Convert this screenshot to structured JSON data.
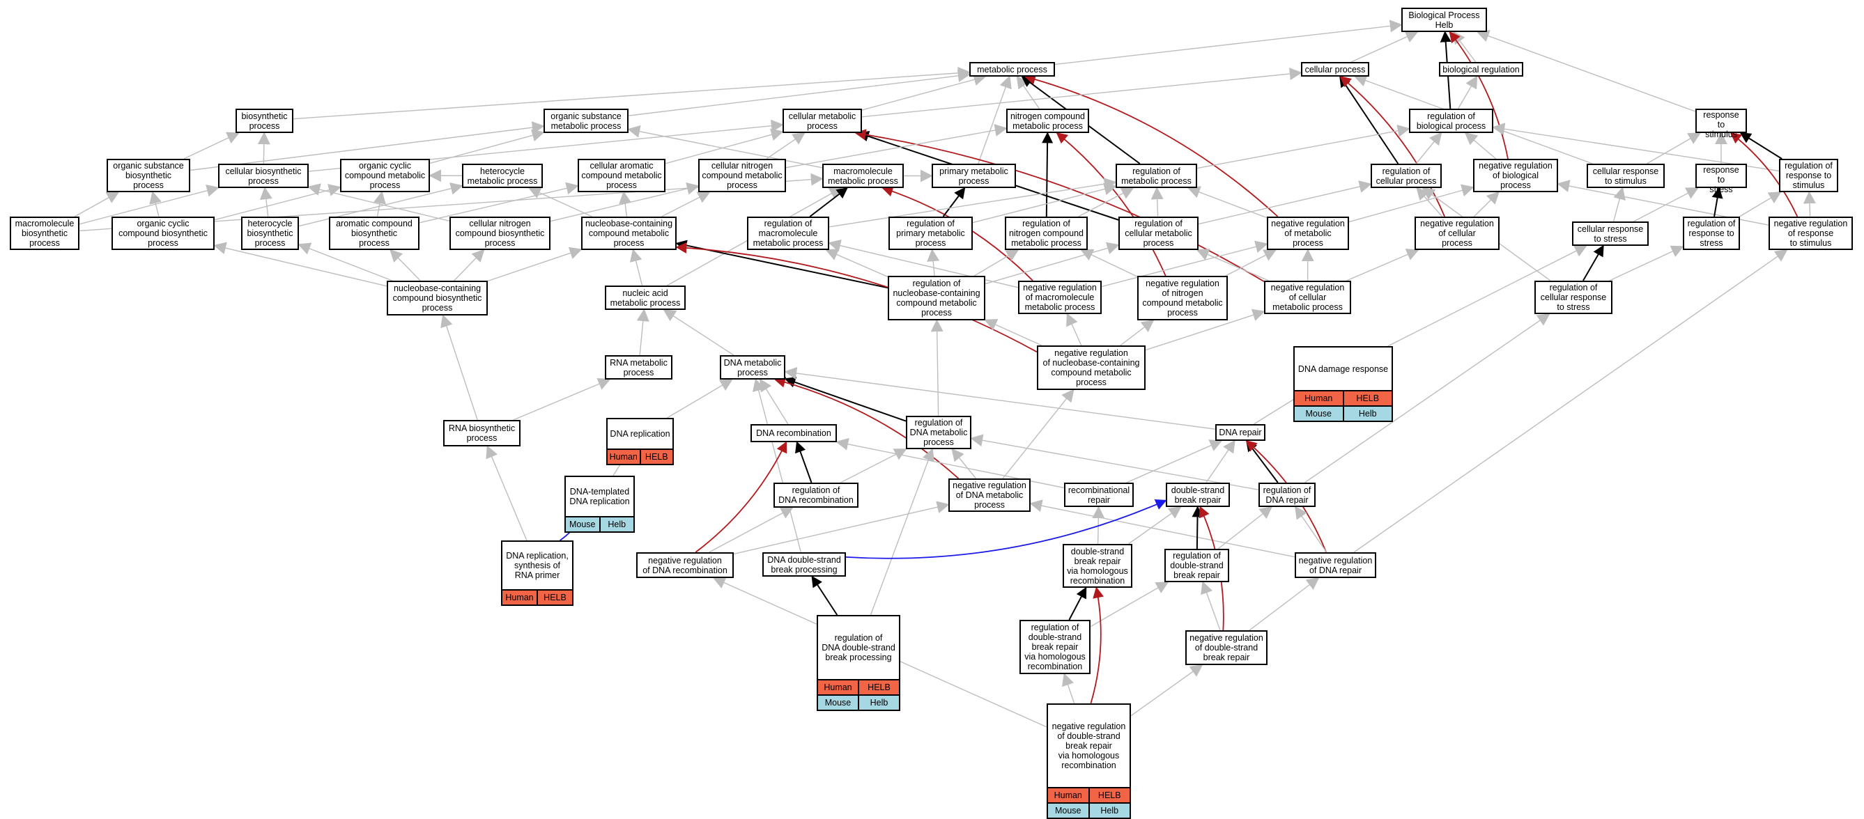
{
  "colors": {
    "node_border": "#000000",
    "human_row": "#f26446",
    "mouse_row": "#a6d8e4",
    "edge_default": "#bdbdbd",
    "edge_positive": "#000000",
    "edge_negative": "#b3191c",
    "edge_ortholog": "#1a1aeb"
  },
  "nodes": {
    "bp": {
      "label": "Biological Process\nHelb"
    },
    "metabolic": {
      "label": "metabolic process"
    },
    "cellular_process": {
      "label": "cellular process"
    },
    "bio_reg": {
      "label": "biological regulation"
    },
    "biosynthetic": {
      "label": "biosynthetic\nprocess"
    },
    "org_sub_met": {
      "label": "organic substance\nmetabolic process"
    },
    "cell_met": {
      "label": "cellular metabolic\nprocess"
    },
    "nitro_met": {
      "label": "nitrogen compound\nmetabolic process"
    },
    "reg_bio": {
      "label": "regulation of\nbiological process"
    },
    "resp_stim": {
      "label": "response to\nstimulus"
    },
    "org_sub_bio": {
      "label": "organic substance\nbiosynthetic\nprocess"
    },
    "cell_bio": {
      "label": "cellular biosynthetic\nprocess"
    },
    "org_cyc_met": {
      "label": "organic cyclic\ncompound metabolic\nprocess"
    },
    "het_met": {
      "label": "heterocycle\nmetabolic process"
    },
    "cell_aro_met": {
      "label": "cellular aromatic\ncompound metabolic\nprocess"
    },
    "cell_nitro_met": {
      "label": "cellular nitrogen\ncompound metabolic\nprocess"
    },
    "macro_met": {
      "label": "macromolecule\nmetabolic process"
    },
    "prim_met": {
      "label": "primary metabolic\nprocess"
    },
    "reg_met": {
      "label": "regulation of\nmetabolic process"
    },
    "reg_cell_proc": {
      "label": "regulation of\ncellular process"
    },
    "neg_reg_bio": {
      "label": "negative regulation\nof biological\nprocess"
    },
    "cell_resp_stim": {
      "label": "cellular response\nto stimulus"
    },
    "resp_stress": {
      "label": "response to\nstress"
    },
    "reg_resp_stim": {
      "label": "regulation of\nresponse to\nstimulus"
    },
    "macro_bio": {
      "label": "macromolecule\nbiosynthetic\nprocess"
    },
    "org_cyc_bio": {
      "label": "organic cyclic\ncompound biosynthetic\nprocess"
    },
    "het_bio": {
      "label": "heterocycle\nbiosynthetic\nprocess"
    },
    "aro_bio": {
      "label": "aromatic compound\nbiosynthetic\nprocess"
    },
    "cell_nitro_bio": {
      "label": "cellular nitrogen\ncompound biosynthetic\nprocess"
    },
    "nuc_met": {
      "label": "nucleobase-containing\ncompound metabolic\nprocess"
    },
    "reg_macro_met": {
      "label": "regulation of\nmacromolecule\nmetabolic process"
    },
    "reg_prim_met": {
      "label": "regulation of\nprimary metabolic\nprocess"
    },
    "reg_nitro_met": {
      "label": "regulation of\nnitrogen compound\nmetabolic process"
    },
    "reg_cell_met": {
      "label": "regulation of\ncellular metabolic\nprocess"
    },
    "neg_reg_met": {
      "label": "negative regulation\nof metabolic\nprocess"
    },
    "neg_reg_cell_proc": {
      "label": "negative regulation\nof cellular\nprocess"
    },
    "cell_resp_stress": {
      "label": "cellular response\nto stress"
    },
    "reg_resp_stress": {
      "label": "regulation of\nresponse to\nstress"
    },
    "neg_reg_resp_stim": {
      "label": "negative regulation\nof response\nto stimulus"
    },
    "nuc_bio": {
      "label": "nucleobase-containing\ncompound biosynthetic\nprocess"
    },
    "nucleic_met": {
      "label": "nucleic acid\nmetabolic process"
    },
    "reg_nuc_met": {
      "label": "regulation of\nnucleobase-containing\ncompound metabolic\nprocess"
    },
    "neg_reg_macro_met": {
      "label": "negative regulation\nof macromolecule\nmetabolic process"
    },
    "neg_reg_nitro_met": {
      "label": "negative regulation\nof nitrogen\ncompound metabolic\nprocess"
    },
    "neg_reg_cell_met": {
      "label": "negative regulation\nof cellular\nmetabolic process"
    },
    "reg_cell_resp_stress": {
      "label": "regulation of\ncellular response\nto stress"
    },
    "dna_damage": {
      "label": "DNA damage response",
      "rows": [
        [
          "Human",
          "HELB"
        ],
        [
          "Mouse",
          "Helb"
        ]
      ]
    },
    "rna_met": {
      "label": "RNA metabolic\nprocess"
    },
    "dna_met": {
      "label": "DNA metabolic\nprocess"
    },
    "neg_reg_nuc_met": {
      "label": "negative regulation\nof nucleobase-containing\ncompound metabolic\nprocess"
    },
    "rna_bio": {
      "label": "RNA biosynthetic\nprocess"
    },
    "dna_repl": {
      "label": "DNA replication",
      "rows": [
        [
          "Human",
          "HELB"
        ]
      ]
    },
    "dna_recomb": {
      "label": "DNA recombination"
    },
    "reg_dna_met": {
      "label": "regulation of\nDNA metabolic\nprocess"
    },
    "dna_repair": {
      "label": "DNA repair"
    },
    "dna_templ_repl": {
      "label": "DNA-templated\nDNA replication",
      "rows": [
        [
          "Mouse",
          "Helb"
        ]
      ]
    },
    "reg_dna_recomb": {
      "label": "regulation of\nDNA recombination"
    },
    "neg_reg_dna_met": {
      "label": "negative regulation\nof DNA metabolic\nprocess"
    },
    "recomb_repair": {
      "label": "recombinational\nrepair"
    },
    "dsb_repair": {
      "label": "double-strand\nbreak repair"
    },
    "reg_dna_repair": {
      "label": "regulation of\nDNA repair"
    },
    "dna_repl_rna_primer": {
      "label": "DNA replication,\nsynthesis of\nRNA primer",
      "rows": [
        [
          "Human",
          "HELB"
        ]
      ]
    },
    "neg_reg_dna_recomb": {
      "label": "negative regulation\nof DNA recombination"
    },
    "dna_dsb_proc": {
      "label": "DNA double-strand\nbreak processing"
    },
    "dsb_repair_hr": {
      "label": "double-strand\nbreak repair\nvia homologous\nrecombination"
    },
    "reg_dsb_repair": {
      "label": "regulation of\ndouble-strand\nbreak repair"
    },
    "neg_reg_dna_repair": {
      "label": "negative regulation\nof DNA repair"
    },
    "reg_dna_dsb_proc": {
      "label": "regulation of\nDNA double-strand\nbreak processing",
      "rows": [
        [
          "Human",
          "HELB"
        ],
        [
          "Mouse",
          "Helb"
        ]
      ]
    },
    "reg_dsb_repair_hr": {
      "label": "regulation of\ndouble-strand\nbreak repair\nvia homologous\nrecombination"
    },
    "neg_reg_dsb_repair": {
      "label": "negative regulation\nof double-strand\nbreak repair"
    },
    "neg_reg_dsb_repair_hr": {
      "label": "negative regulation\nof double-strand\nbreak repair\nvia homologous\nrecombination",
      "rows": [
        [
          "Human",
          "HELB"
        ],
        [
          "Mouse",
          "Helb"
        ]
      ]
    }
  },
  "edges": [
    [
      "metabolic",
      "bp",
      "is_a"
    ],
    [
      "cellular_process",
      "bp",
      "is_a"
    ],
    [
      "bio_reg",
      "bp",
      "is_a"
    ],
    [
      "reg_bio",
      "bp",
      "pos"
    ],
    [
      "resp_stim",
      "bp",
      "is_a"
    ],
    [
      "neg_reg_bio",
      "bp",
      "neg"
    ],
    [
      "reg_bio",
      "bio_reg",
      "is_a"
    ],
    [
      "biosynthetic",
      "metabolic",
      "is_a"
    ],
    [
      "org_sub_met",
      "metabolic",
      "is_a"
    ],
    [
      "cell_met",
      "metabolic",
      "is_a"
    ],
    [
      "nitro_met",
      "metabolic",
      "is_a"
    ],
    [
      "prim_met",
      "metabolic",
      "is_a"
    ],
    [
      "reg_met",
      "metabolic",
      "pos"
    ],
    [
      "neg_reg_met",
      "metabolic",
      "neg"
    ],
    [
      "cell_met",
      "cellular_process",
      "is_a"
    ],
    [
      "reg_cell_proc",
      "cellular_process",
      "pos"
    ],
    [
      "neg_reg_cell_proc",
      "cellular_process",
      "neg"
    ],
    [
      "cell_resp_stim",
      "cellular_process",
      "is_a"
    ],
    [
      "org_sub_bio",
      "biosynthetic",
      "is_a"
    ],
    [
      "cell_bio",
      "biosynthetic",
      "is_a"
    ],
    [
      "org_sub_bio",
      "org_sub_met",
      "is_a"
    ],
    [
      "macro_met",
      "org_sub_met",
      "is_a"
    ],
    [
      "org_cyc_met",
      "org_sub_met",
      "is_a"
    ],
    [
      "cell_bio",
      "cell_met",
      "is_a"
    ],
    [
      "cell_aro_met",
      "cell_met",
      "is_a"
    ],
    [
      "cell_nitro_met",
      "cell_met",
      "is_a"
    ],
    [
      "reg_cell_met",
      "cell_met",
      "pos"
    ],
    [
      "neg_reg_cell_met",
      "cell_met",
      "neg"
    ],
    [
      "cell_nitro_met",
      "nitro_met",
      "is_a"
    ],
    [
      "reg_nitro_met",
      "nitro_met",
      "pos"
    ],
    [
      "neg_reg_nitro_met",
      "nitro_met",
      "neg"
    ],
    [
      "reg_cell_proc",
      "reg_bio",
      "is_a"
    ],
    [
      "reg_met",
      "reg_bio",
      "is_a"
    ],
    [
      "neg_reg_bio",
      "reg_bio",
      "is_a"
    ],
    [
      "reg_resp_stim",
      "reg_bio",
      "is_a"
    ],
    [
      "cell_resp_stim",
      "resp_stim",
      "is_a"
    ],
    [
      "resp_stress",
      "resp_stim",
      "is_a"
    ],
    [
      "reg_resp_stim",
      "resp_stim",
      "pos"
    ],
    [
      "neg_reg_resp_stim",
      "resp_stim",
      "neg"
    ],
    [
      "macro_bio",
      "org_sub_bio",
      "is_a"
    ],
    [
      "org_cyc_bio",
      "org_sub_bio",
      "is_a"
    ],
    [
      "macro_bio",
      "cell_bio",
      "is_a"
    ],
    [
      "het_bio",
      "cell_bio",
      "is_a"
    ],
    [
      "cell_nitro_bio",
      "cell_bio",
      "is_a"
    ],
    [
      "org_cyc_bio",
      "org_cyc_met",
      "is_a"
    ],
    [
      "het_met",
      "org_cyc_met",
      "is_a"
    ],
    [
      "aro_bio",
      "org_cyc_met",
      "is_a"
    ],
    [
      "het_bio",
      "het_met",
      "is_a"
    ],
    [
      "nuc_met",
      "het_met",
      "is_a"
    ],
    [
      "aro_bio",
      "cell_aro_met",
      "is_a"
    ],
    [
      "nuc_met",
      "cell_aro_met",
      "is_a"
    ],
    [
      "cell_nitro_bio",
      "cell_nitro_met",
      "is_a"
    ],
    [
      "nuc_met",
      "cell_nitro_met",
      "is_a"
    ],
    [
      "macro_bio",
      "macro_met",
      "is_a"
    ],
    [
      "nucleic_met",
      "macro_met",
      "is_a"
    ],
    [
      "reg_macro_met",
      "macro_met",
      "pos"
    ],
    [
      "neg_reg_macro_met",
      "macro_met",
      "neg"
    ],
    [
      "macro_met",
      "prim_met",
      "is_a"
    ],
    [
      "reg_prim_met",
      "prim_met",
      "pos"
    ],
    [
      "reg_macro_met",
      "reg_met",
      "is_a"
    ],
    [
      "reg_prim_met",
      "reg_met",
      "is_a"
    ],
    [
      "reg_nitro_met",
      "reg_met",
      "is_a"
    ],
    [
      "reg_cell_met",
      "reg_met",
      "is_a"
    ],
    [
      "neg_reg_met",
      "reg_met",
      "is_a"
    ],
    [
      "reg_cell_met",
      "reg_cell_proc",
      "is_a"
    ],
    [
      "neg_reg_cell_proc",
      "reg_cell_proc",
      "is_a"
    ],
    [
      "reg_cell_resp_stress",
      "reg_cell_proc",
      "is_a"
    ],
    [
      "neg_reg_met",
      "neg_reg_bio",
      "is_a"
    ],
    [
      "neg_reg_cell_proc",
      "neg_reg_bio",
      "is_a"
    ],
    [
      "neg_reg_resp_stim",
      "neg_reg_bio",
      "is_a"
    ],
    [
      "cell_resp_stress",
      "cell_resp_stim",
      "is_a"
    ],
    [
      "cell_resp_stress",
      "resp_stress",
      "is_a"
    ],
    [
      "reg_resp_stress",
      "resp_stress",
      "pos"
    ],
    [
      "reg_resp_stress",
      "reg_resp_stim",
      "is_a"
    ],
    [
      "neg_reg_resp_stim",
      "reg_resp_stim",
      "is_a"
    ],
    [
      "nuc_bio",
      "org_cyc_bio",
      "is_a"
    ],
    [
      "nuc_bio",
      "het_bio",
      "is_a"
    ],
    [
      "nuc_bio",
      "aro_bio",
      "is_a"
    ],
    [
      "nuc_bio",
      "cell_nitro_bio",
      "is_a"
    ],
    [
      "nuc_bio",
      "nuc_met",
      "is_a"
    ],
    [
      "nucleic_met",
      "nuc_met",
      "is_a"
    ],
    [
      "reg_nuc_met",
      "nuc_met",
      "pos"
    ],
    [
      "neg_reg_nuc_met",
      "nuc_met",
      "neg"
    ],
    [
      "reg_nuc_met",
      "reg_macro_met",
      "is_a"
    ],
    [
      "neg_reg_macro_met",
      "reg_macro_met",
      "is_a"
    ],
    [
      "reg_nuc_met",
      "reg_prim_met",
      "is_a"
    ],
    [
      "neg_reg_macro_met",
      "neg_reg_met",
      "is_a"
    ],
    [
      "neg_reg_nitro_met",
      "neg_reg_met",
      "is_a"
    ],
    [
      "neg_reg_cell_met",
      "neg_reg_met",
      "is_a"
    ],
    [
      "reg_nuc_met",
      "reg_nitro_met",
      "is_a"
    ],
    [
      "neg_reg_nitro_met",
      "reg_nitro_met",
      "is_a"
    ],
    [
      "reg_nuc_met",
      "reg_cell_met",
      "is_a"
    ],
    [
      "neg_reg_cell_met",
      "reg_cell_met",
      "is_a"
    ],
    [
      "neg_reg_cell_met",
      "neg_reg_cell_proc",
      "is_a"
    ],
    [
      "reg_cell_resp_stress",
      "cell_resp_stress",
      "pos"
    ],
    [
      "reg_cell_resp_stress",
      "reg_resp_stress",
      "is_a"
    ],
    [
      "dna_damage",
      "cell_resp_stress",
      "is_a"
    ],
    [
      "rna_bio",
      "nuc_bio",
      "is_a"
    ],
    [
      "rna_met",
      "nucleic_met",
      "is_a"
    ],
    [
      "dna_met",
      "nucleic_met",
      "is_a"
    ],
    [
      "neg_reg_nuc_met",
      "reg_nuc_met",
      "is_a"
    ],
    [
      "neg_reg_nuc_met",
      "neg_reg_macro_met",
      "is_a"
    ],
    [
      "neg_reg_nuc_met",
      "neg_reg_nitro_met",
      "is_a"
    ],
    [
      "neg_reg_nuc_met",
      "neg_reg_cell_met",
      "is_a"
    ],
    [
      "reg_dna_repair",
      "reg_cell_resp_stress",
      "is_a"
    ],
    [
      "dna_repair",
      "dna_damage",
      "is_a"
    ],
    [
      "rna_bio",
      "rna_met",
      "is_a"
    ],
    [
      "dna_repl",
      "dna_met",
      "is_a"
    ],
    [
      "dna_recomb",
      "dna_met",
      "is_a"
    ],
    [
      "reg_dna_met",
      "dna_met",
      "pos"
    ],
    [
      "neg_reg_dna_met",
      "dna_met",
      "neg"
    ],
    [
      "dna_repair",
      "dna_met",
      "is_a"
    ],
    [
      "dna_dsb_proc",
      "dna_met",
      "is_a"
    ],
    [
      "reg_dna_met",
      "reg_nuc_met",
      "is_a"
    ],
    [
      "neg_reg_dna_met",
      "reg_dna_met",
      "is_a"
    ],
    [
      "neg_reg_dna_met",
      "neg_reg_nuc_met",
      "is_a"
    ],
    [
      "reg_dna_recomb",
      "dna_recomb",
      "pos"
    ],
    [
      "neg_reg_dna_recomb",
      "dna_recomb",
      "neg"
    ],
    [
      "recomb_repair",
      "dna_recomb",
      "is_a"
    ],
    [
      "reg_dna_recomb",
      "reg_dna_met",
      "is_a"
    ],
    [
      "reg_dna_repair",
      "reg_dna_met",
      "is_a"
    ],
    [
      "reg_dna_dsb_proc",
      "reg_dna_met",
      "is_a"
    ],
    [
      "dsb_repair",
      "dna_repair",
      "is_a"
    ],
    [
      "recomb_repair",
      "dna_repair",
      "is_a"
    ],
    [
      "reg_dna_repair",
      "dna_repair",
      "pos"
    ],
    [
      "neg_reg_dna_repair",
      "dna_repair",
      "neg"
    ],
    [
      "dna_templ_repl",
      "dna_repl",
      "is_a"
    ],
    [
      "dna_repl_rna_primer",
      "rna_bio",
      "is_a"
    ],
    [
      "dna_repl_rna_primer",
      "dna_templ_repl",
      "ortholog"
    ],
    [
      "neg_reg_dna_recomb",
      "reg_dna_recomb",
      "is_a"
    ],
    [
      "neg_reg_dna_recomb",
      "neg_reg_dna_met",
      "is_a"
    ],
    [
      "neg_reg_dna_repair",
      "neg_reg_dna_met",
      "is_a"
    ],
    [
      "neg_reg_dna_repair",
      "reg_dna_repair",
      "is_a"
    ],
    [
      "reg_dsb_repair",
      "reg_dna_repair",
      "is_a"
    ],
    [
      "dsb_repair_hr",
      "dsb_repair",
      "is_a"
    ],
    [
      "dsb_repair_hr",
      "recomb_repair",
      "is_a"
    ],
    [
      "reg_dsb_repair",
      "dsb_repair",
      "pos"
    ],
    [
      "neg_reg_dsb_repair",
      "dsb_repair",
      "neg"
    ],
    [
      "dna_dsb_proc",
      "dsb_repair",
      "ortholog"
    ],
    [
      "reg_dna_dsb_proc",
      "dna_dsb_proc",
      "pos"
    ],
    [
      "reg_dsb_repair_hr",
      "dsb_repair_hr",
      "pos"
    ],
    [
      "reg_dsb_repair_hr",
      "reg_dsb_repair",
      "is_a"
    ],
    [
      "neg_reg_dsb_repair",
      "reg_dsb_repair",
      "is_a"
    ],
    [
      "neg_reg_dsb_repair",
      "neg_reg_dna_repair",
      "is_a"
    ],
    [
      "neg_reg_dsb_repair_hr",
      "dsb_repair_hr",
      "neg"
    ],
    [
      "neg_reg_dsb_repair_hr",
      "reg_dsb_repair_hr",
      "is_a"
    ],
    [
      "neg_reg_dsb_repair_hr",
      "neg_reg_dsb_repair",
      "is_a"
    ],
    [
      "neg_reg_dsb_repair_hr",
      "neg_reg_dna_recomb",
      "is_a"
    ],
    [
      "neg_reg_dna_repair",
      "neg_reg_resp_stim",
      "is_a"
    ]
  ]
}
